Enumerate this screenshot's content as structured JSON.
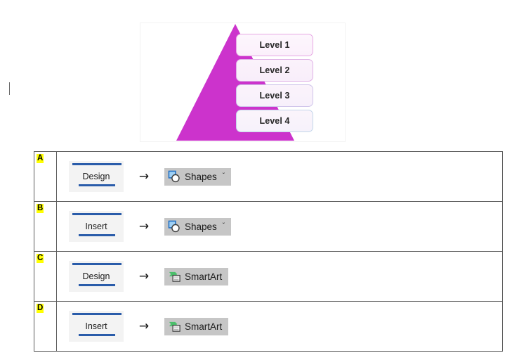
{
  "caret": {
    "name": "text-cursor"
  },
  "graphic": {
    "type": "pyramid-smartart",
    "shape_color": "#cc33cc",
    "levels": [
      {
        "label": "Level 1",
        "border_color": "#e7a8e4"
      },
      {
        "label": "Level 2",
        "border_color": "#dfb0e6"
      },
      {
        "label": "Level 3",
        "border_color": "#cfc4ea"
      },
      {
        "label": "Level 4",
        "border_color": "#c3d6ea"
      }
    ]
  },
  "table": {
    "arrow_glyph": "→",
    "highlight_color": "#ffff00",
    "tab_accent_color": "#2a5caa",
    "chip_bg_color": "#c6c6c6",
    "rows": [
      {
        "letter": "A",
        "tab": "Design",
        "arrow": "→",
        "command": "Shapes",
        "command_icon": "shapes-icon",
        "has_dropdown": true,
        "dropdown_glyph": "ˇ"
      },
      {
        "letter": "B",
        "tab": "Insert",
        "arrow": "→",
        "command": "Shapes",
        "command_icon": "shapes-icon",
        "has_dropdown": true,
        "dropdown_glyph": "ˇ"
      },
      {
        "letter": "C",
        "tab": "Design",
        "arrow": "→",
        "command": "SmartArt",
        "command_icon": "smartart-icon",
        "has_dropdown": false,
        "dropdown_glyph": ""
      },
      {
        "letter": "D",
        "tab": "Insert",
        "arrow": "→",
        "command": "SmartArt",
        "command_icon": "smartart-icon",
        "has_dropdown": false,
        "dropdown_glyph": ""
      }
    ]
  }
}
